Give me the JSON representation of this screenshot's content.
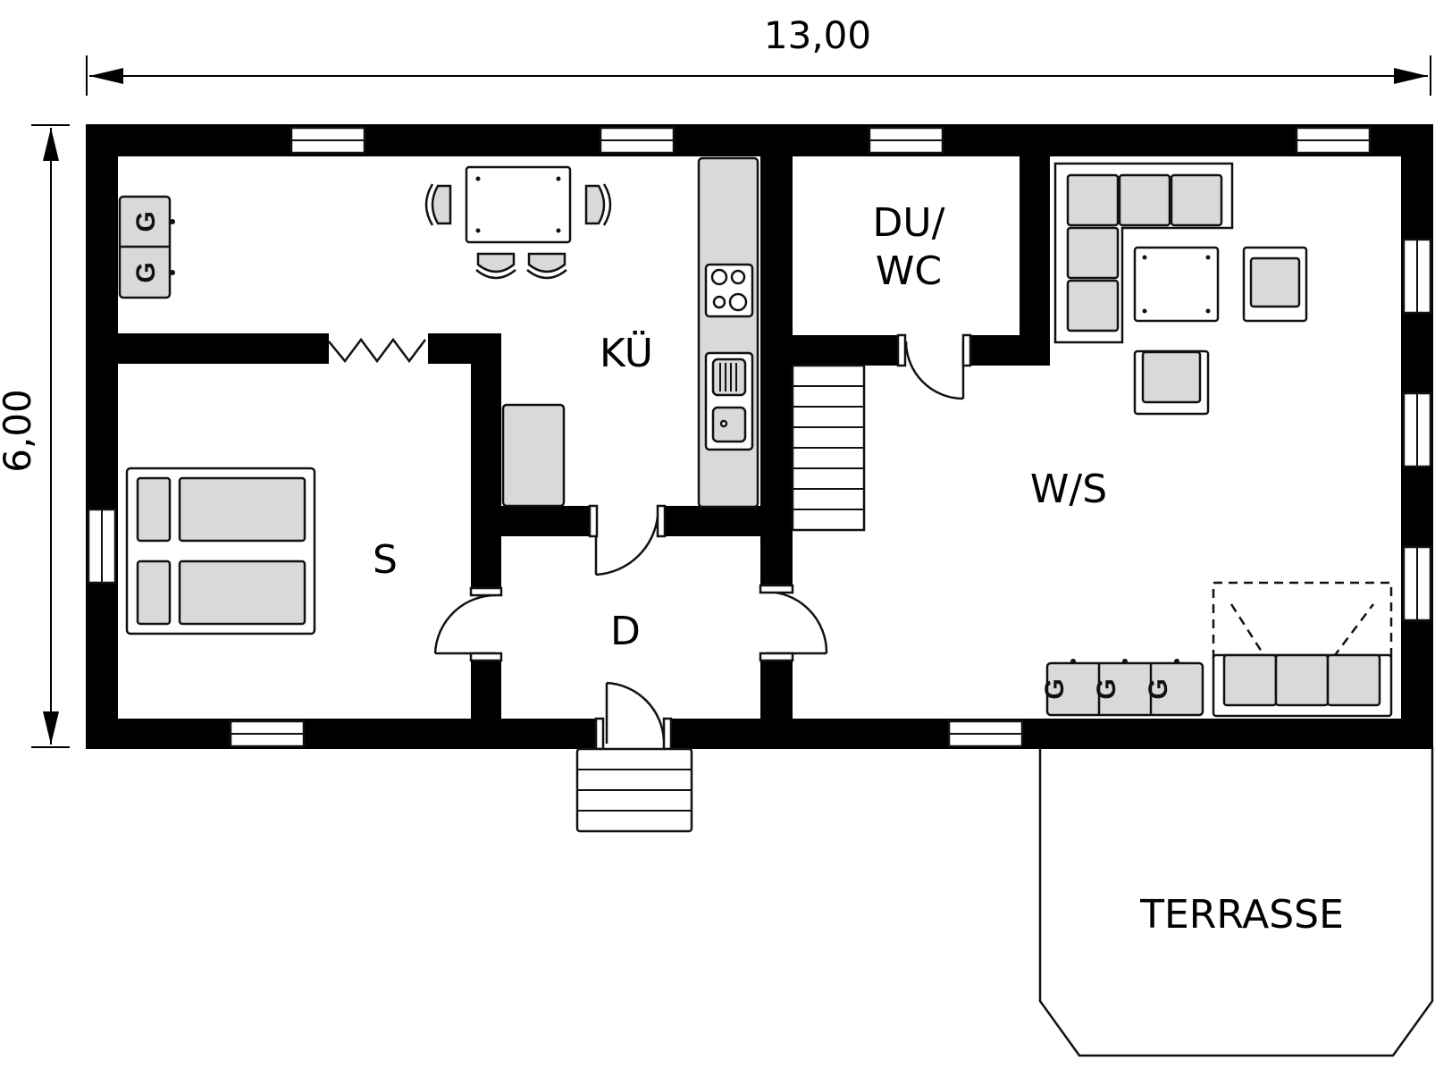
{
  "dimensions": {
    "width": "13,00",
    "height": "6,00"
  },
  "rooms": {
    "kueche": "KÜ",
    "dusche_wc_line1": "DU/",
    "dusche_wc_line2": "WC",
    "schlafzimmer": "S",
    "diele": "D",
    "wohn_schlaf": "W/S",
    "terrasse": "TERRASSE"
  },
  "symbols": {
    "bed_g": "G"
  },
  "colors": {
    "wall": "#000000",
    "furniture": "#d9d9d9",
    "background": "#ffffff"
  }
}
